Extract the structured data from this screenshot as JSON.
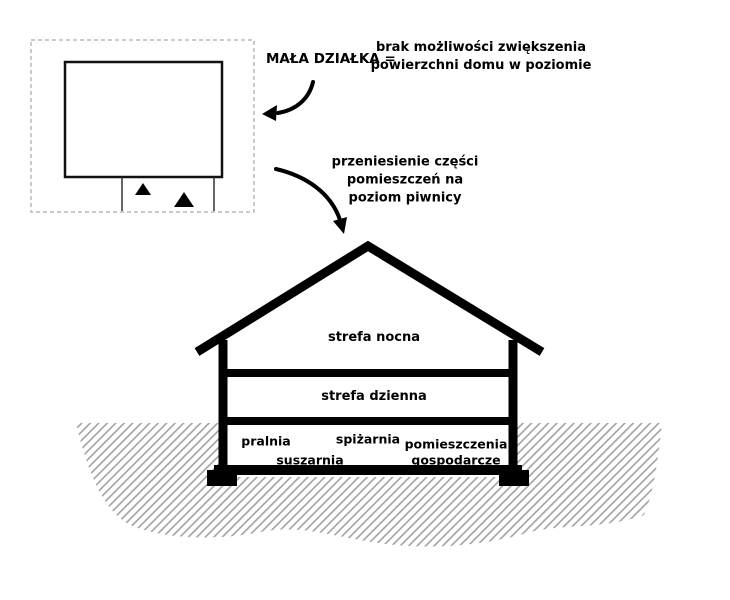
{
  "colors": {
    "ink": "#000000",
    "hatch": "#9a9a9a",
    "plot_boundary": "#b8b8b8",
    "background": "#ffffff"
  },
  "labels": {
    "plot_title": "MAŁA DZIAŁKA =",
    "plot_note": "brak możliwości zwiększenia\npowierzchni domu w poziomie",
    "transfer_note": "przeniesienie części\npomieszczeń na\npoziom piwnicy",
    "zone_night": "strefa nocna",
    "zone_day": "strefa dzienna",
    "room_laundry": "pralnia",
    "room_pantry": "spiżarnia",
    "room_drying": "suszarnia",
    "room_utility": "pomieszczenia\ngospodarcze"
  }
}
